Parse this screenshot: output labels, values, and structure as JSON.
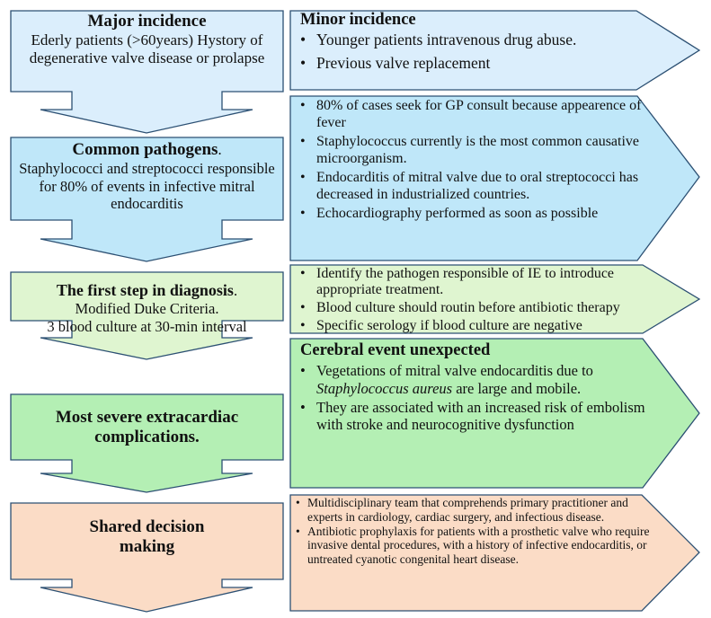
{
  "colors": {
    "blue": "#dbeefc",
    "cyan": "#bfe7f9",
    "lightgreen": "#dff5d0",
    "green": "#b4efb4",
    "peach": "#fbdcc6",
    "outline": "#2c5073"
  },
  "rows": [
    {
      "left": {
        "head": "Major incidence",
        "lines": [
          "Ederly patients (>60years)  Hystory of degenerative valve disease or prolapse"
        ]
      },
      "right": {
        "head": "Minor incidence",
        "items": [
          "Younger patients intravenous drug abuse.",
          "Previous valve replacement"
        ]
      }
    },
    {
      "left": {
        "head": "Common pathogens",
        "head_suffix": ".",
        "lines": [
          "Staphylococci and streptococci responsible for 80% of events in infective mitral endocarditis"
        ]
      },
      "right": {
        "items": [
          "80% of cases seek for GP consult because appearence of fever",
          "Staphylococcus currently is the most common causative microorganism.",
          "Endocarditis of mitral valve due to oral streptococci has decreased in industrialized countries.",
          "Echocardiography  performed as soon as possible"
        ]
      }
    },
    {
      "left": {
        "head": "The first step in diagnosis",
        "head_suffix": ".",
        "lines": [
          "Modified Duke Criteria.",
          "3 blood culture at 30-min interval"
        ]
      },
      "right": {
        "items": [
          "Identify the pathogen responsible of IE to introduce appropriate treatment.",
          "Blood culture should routin before antibiotic therapy",
          "Specific serology if blood culture are negative"
        ]
      }
    },
    {
      "left": {
        "head": "Most severe extracardiac complications."
      },
      "right": {
        "head": "Cerebral event unexpected",
        "item1_pre": "Vegetations of mitral valve endocarditis due to",
        "item1_italic": "Staphylococcus aureus",
        "item1_post": "are large and mobile.",
        "item2": "They are associated with an increased risk of embolism with stroke and neurocognitive dysfunction"
      }
    },
    {
      "left": {
        "head": "Shared decision making"
      },
      "right": {
        "items": [
          "Multidisciplinary team that comprehends primary practitioner and experts in cardiology, cardiac surgery, and infectious disease.",
          "Antibiotic prophylaxis  for patients with a prosthetic valve who require invasive dental procedures, with a history of infective endocarditis, or untreated cyanotic congenital heart disease."
        ]
      }
    }
  ]
}
